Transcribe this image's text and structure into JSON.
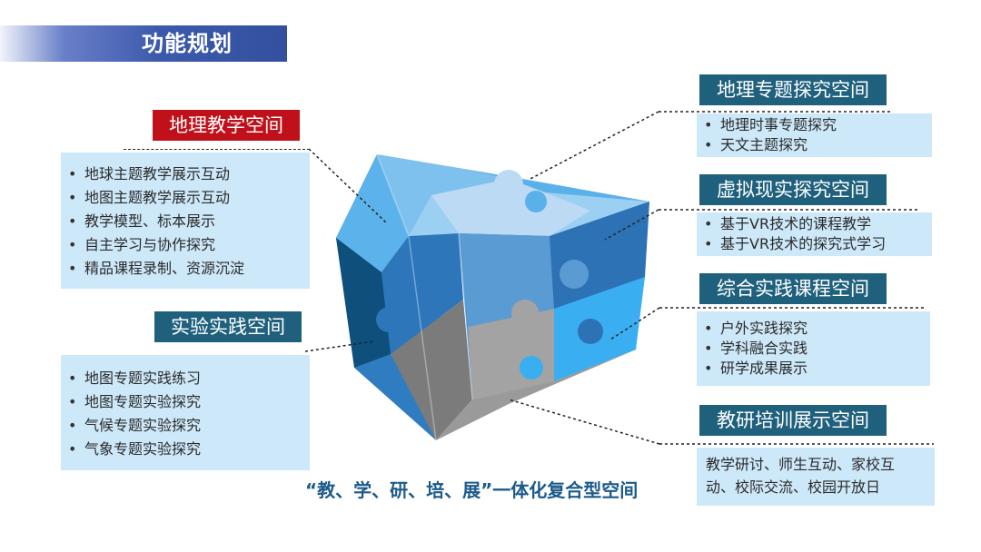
{
  "header": {
    "title": "功能规划"
  },
  "caption": "“教、学、研、培、展”一体化复合型空间",
  "left_spaces": [
    {
      "title": "地理教学空间",
      "items": [
        "地球主题教学展示互动",
        "地图主题教学展示互动",
        "教学模型、标本展示",
        "自主学习与协作探究",
        "精品课程录制、资源沉淀"
      ]
    },
    {
      "title": "实验实践空间",
      "items": [
        "地图专题实践练习",
        "地图专题实验探究",
        "气候专题实验探究",
        "气象专题实验探究"
      ]
    }
  ],
  "right_spaces": [
    {
      "title": "地理专题探究空间",
      "items": [
        "地理时事专题探究",
        "天文主题探究"
      ]
    },
    {
      "title": "虚拟现实探究空间",
      "items": [
        "基于VR技术的课程教学",
        "基于VR技术的探究式学习"
      ]
    },
    {
      "title": "综合实践课程空间",
      "items": [
        "户外实践探究",
        "学科融合实践",
        "研学成果展示"
      ]
    },
    {
      "title": "教研培训展示空间",
      "text": [
        "教学研讨、师生互动、家校互",
        "动、校际交流、校园开放日"
      ]
    }
  ],
  "colors": {
    "accent_red": "#c0111a",
    "label_teal": "#1f607d",
    "panel_bg": "#cde8f9",
    "header_blue": "#3c5aad",
    "caption_blue": "#1b5a8a"
  }
}
